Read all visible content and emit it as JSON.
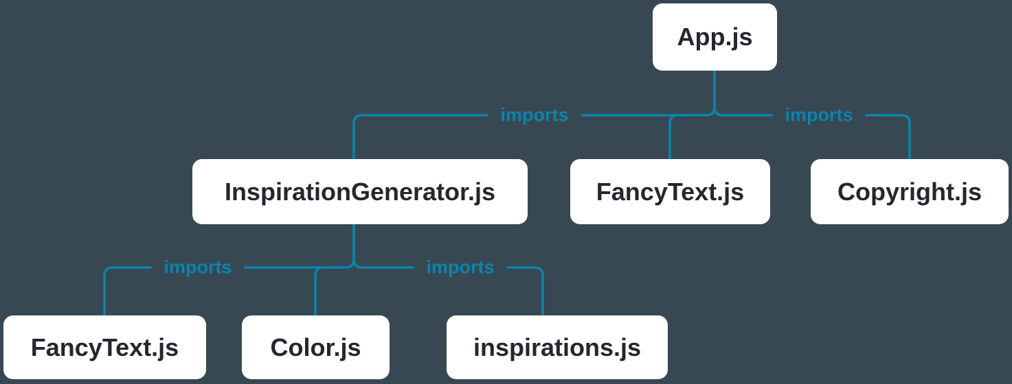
{
  "diagram": {
    "type": "module-dependency-tree",
    "edge_label": "imports",
    "root": "App.js",
    "dependencies": [
      {
        "from": "App.js",
        "to": [
          "InspirationGenerator.js",
          "FancyText.js",
          "Copyright.js"
        ]
      },
      {
        "from": "InspirationGenerator.js",
        "to": [
          "FancyText.js",
          "Color.js",
          "inspirations.js"
        ]
      }
    ]
  },
  "nodes": [
    {
      "label": "App.js"
    },
    {
      "label": "InspirationGenerator.js"
    },
    {
      "label": "FancyText.js"
    },
    {
      "label": "Copyright.js"
    },
    {
      "label": "FancyText.js"
    },
    {
      "label": "Color.js"
    },
    {
      "label": "inspirations.js"
    }
  ],
  "import_labels": [
    "imports",
    "imports",
    "imports",
    "imports"
  ],
  "colors": {
    "background": "#374852",
    "edge": "#0b84ad",
    "node_background": "#ffffff",
    "node_text": "#23272f"
  }
}
